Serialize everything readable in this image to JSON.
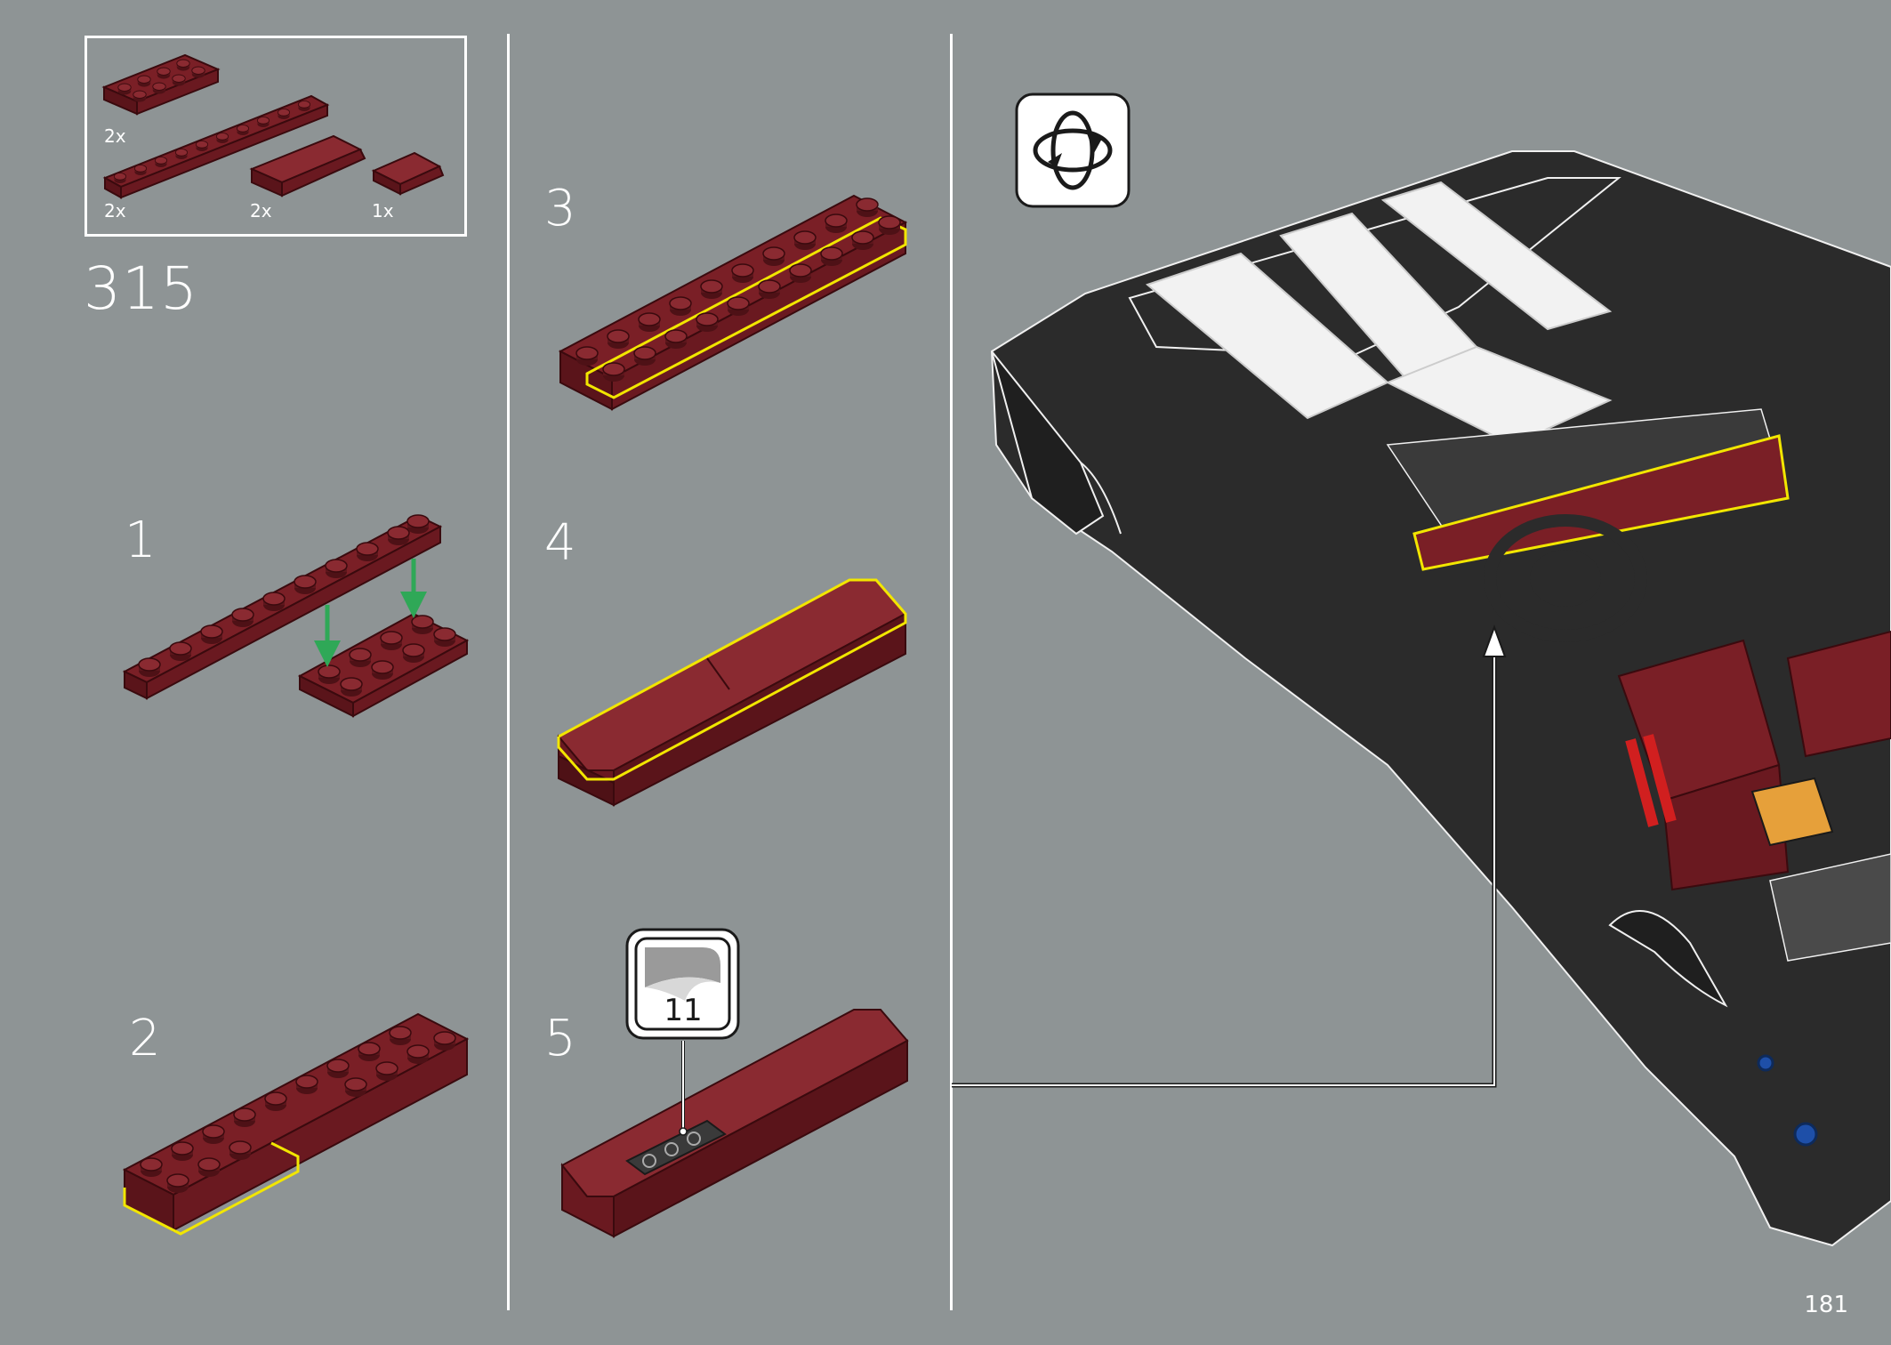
{
  "page": {
    "number": "181",
    "step_number": "315"
  },
  "parts": [
    {
      "qty": "2x",
      "part": "plate 2x4 dark red"
    },
    {
      "qty": "2x",
      "part": "plate 1x10 dark red"
    },
    {
      "qty": "2x",
      "part": "slope tile dark red"
    },
    {
      "qty": "1x",
      "part": "slope tile 2x2 dark red"
    }
  ],
  "sub_steps": [
    {
      "label": "1"
    },
    {
      "label": "2"
    },
    {
      "label": "3"
    },
    {
      "label": "4"
    },
    {
      "label": "5"
    }
  ],
  "sticker": {
    "number": "11"
  },
  "icons": {
    "rotate": "rotate-model-icon",
    "sticker": "sticker-icon"
  },
  "colors": {
    "background": "#8e9495",
    "brick": "#7a1f26",
    "brick_dark": "#5a141a",
    "highlight": "#f2e600",
    "arrow": "#2fa857",
    "car_body": "#2b2b2b",
    "stripe": "#f2f2f2"
  }
}
